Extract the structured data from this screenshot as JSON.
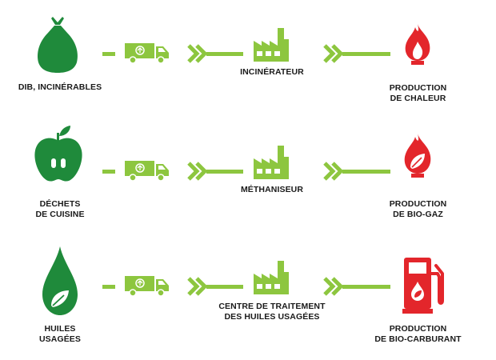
{
  "rows": [
    {
      "source_icon": "trash-bag-icon",
      "source_label": [
        "DIB, INCINÉRABLES"
      ],
      "process_label": [
        "INCINÉRATEUR"
      ],
      "output_icon": "flame-icon",
      "output_label": [
        "PRODUCTION",
        "DE CHALEUR"
      ]
    },
    {
      "source_icon": "apple-icon",
      "source_label": [
        "DÉCHETS",
        "DE CUISINE"
      ],
      "process_label": [
        "MÉTHANISEUR"
      ],
      "output_icon": "leaf-flame-icon",
      "output_label": [
        "PRODUCTION",
        "DE BIO-GAZ"
      ]
    },
    {
      "source_icon": "oil-drop-icon",
      "source_label": [
        "HUILES",
        "USAGÉES"
      ],
      "process_label": [
        "CENTRE DE TRAITEMENT",
        "DES HUILES USAGÉES"
      ],
      "output_icon": "fuel-pump-icon",
      "output_label": [
        "PRODUCTION",
        "DE BIO-CARBURANT"
      ]
    }
  ],
  "colors": {
    "dark_green": "#1f8a3b",
    "light_green": "#8dc63f",
    "red": "#e3262b",
    "text": "#1a1a1a"
  }
}
